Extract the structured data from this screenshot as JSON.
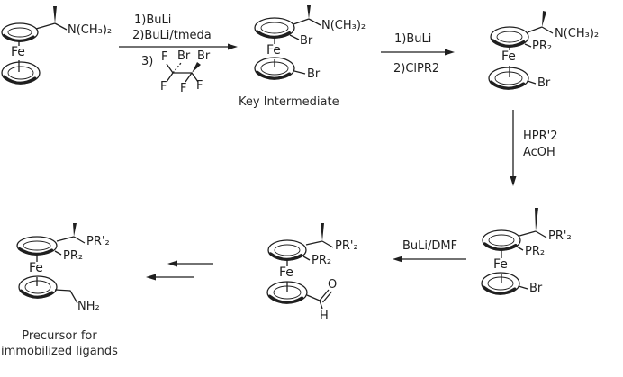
{
  "reaction_scheme": {
    "structures": {
      "start_amine": {
        "fe": "Fe",
        "amine": "N(CH₃)₂"
      },
      "key_intermediate": {
        "fe": "Fe",
        "amine": "N(CH₃)₂",
        "br_upper": "Br",
        "br_lower": "Br",
        "caption": "Key Intermediate"
      },
      "phosphine_bromide": {
        "fe": "Fe",
        "amine": "N(CH₃)₂",
        "phosphine": "PR₂",
        "br": "Br"
      },
      "diphosphine_bromide": {
        "fe": "Fe",
        "phosphine_prime": "PR'₂",
        "phosphine": "PR₂",
        "br": "Br"
      },
      "diphosphine_aldehyde": {
        "fe": "Fe",
        "phosphine_prime": "PR'₂",
        "phosphine": "PR₂",
        "oxygen": "O",
        "hydrogen": "H"
      },
      "precursor": {
        "fe": "Fe",
        "phosphine_prime": "PR'₂",
        "phosphine": "PR₂",
        "amine": "NH₂",
        "caption_line1": "Precursor for",
        "caption_line2": "immobilized ligands"
      }
    },
    "reagents": {
      "step_a": {
        "line1": "1)BuLi",
        "line2": "2)BuLi/tmeda",
        "line3": "3)"
      },
      "dibromide": {
        "f_top_left": "F",
        "br_top_center": "Br",
        "br_top_right": "Br",
        "f_bottom_left": "F",
        "f_bottom_center": "F",
        "f_bottom_right": "F"
      },
      "step_b": {
        "line1": "1)BuLi",
        "line2": "2)ClPR2"
      },
      "step_c": {
        "line1": "HPR'2",
        "line2": "AcOH"
      },
      "step_d": {
        "line1": "BuLi/DMF"
      }
    }
  }
}
